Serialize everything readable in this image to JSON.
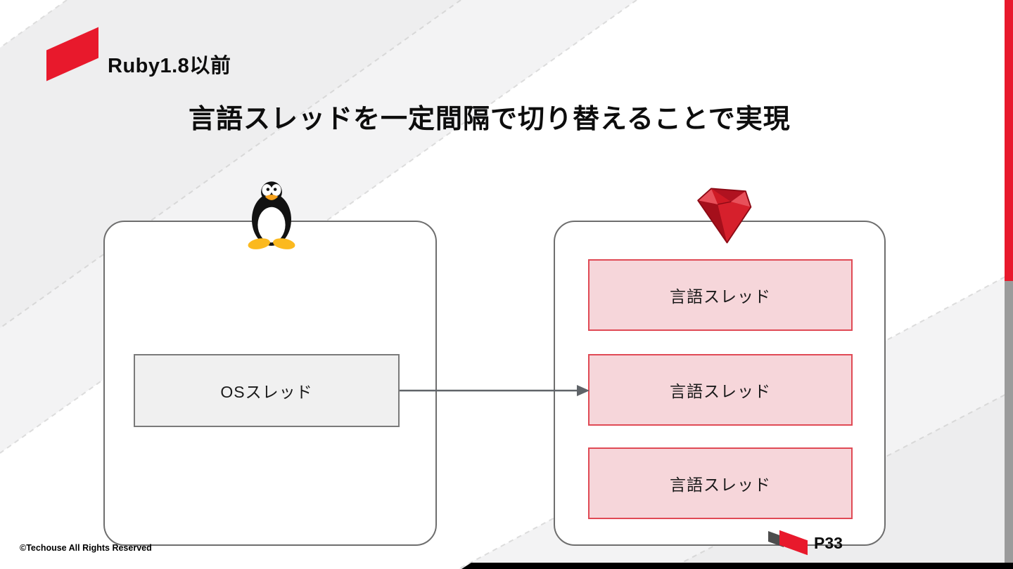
{
  "slide": {
    "kicker": "Ruby1.8以前",
    "title": "言語スレッドを一定間隔で切り替えることで実現",
    "copyright": "©Techouse All Rights Reserved",
    "page_number": "P33"
  },
  "diagram": {
    "os_container": {
      "icon": "tux-penguin-icon",
      "box_label": "OSスレッド"
    },
    "ruby_container": {
      "icon": "ruby-gem-icon",
      "boxes": [
        {
          "label": "言語スレッド"
        },
        {
          "label": "言語スレッド"
        },
        {
          "label": "言語スレッド"
        }
      ]
    },
    "connector": {
      "type": "arrow-right",
      "from": "OSスレッド",
      "to": "言語スレッド"
    }
  },
  "colors": {
    "accent_red": "#e8192c",
    "pink_fill": "#f6d6da",
    "pink_border": "#e04a55",
    "gray_box_fill": "#f0f0f0",
    "gray_box_border": "#7a7a7a",
    "container_border": "#6e6e6e",
    "arrow_gray": "#5f6368",
    "side_bar_red": "#e8192c",
    "side_bar_gray": "#9b9b9b",
    "bottom_bar_black": "#000000"
  }
}
